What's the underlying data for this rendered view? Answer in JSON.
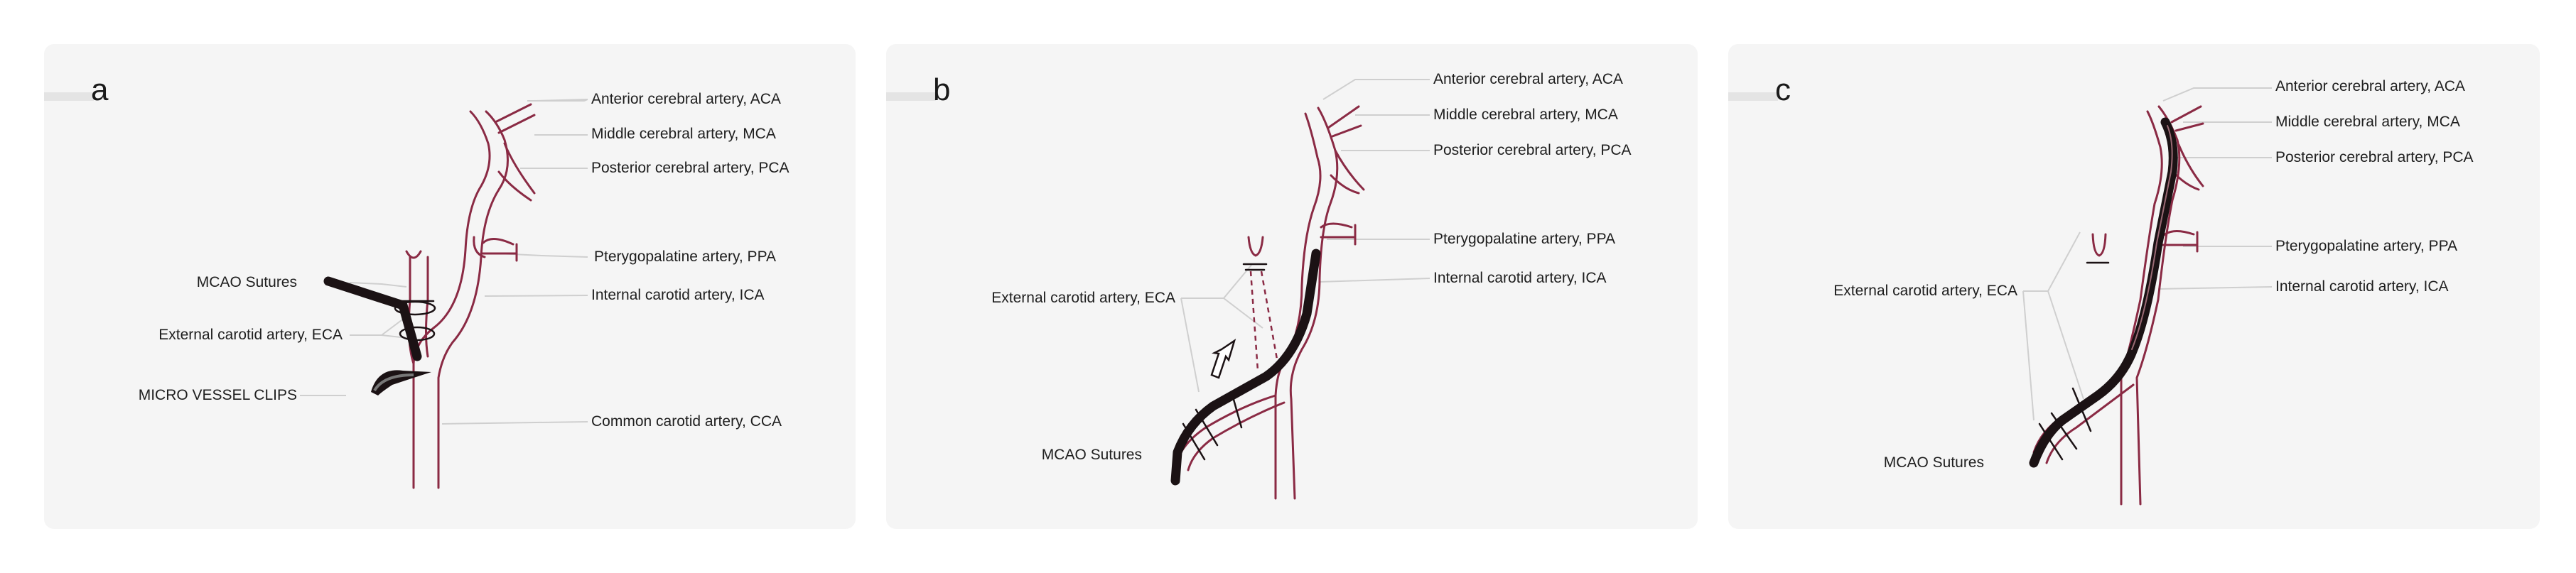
{
  "panels": [
    {
      "letter": "a",
      "labels": {
        "aca": "Anterior cerebral artery, ACA",
        "mca": "Middle cerebral artery, MCA",
        "pca": "Posterior cerebral artery, PCA",
        "ppa": "Pterygopalatine artery, PPA",
        "ica": "Internal carotid artery, ICA",
        "cca": "Common carotid artery, CCA",
        "sutures": "MCAO Sutures",
        "eca": "External carotid artery, ECA",
        "clips": "MICRO VESSEL CLIPS"
      }
    },
    {
      "letter": "b",
      "labels": {
        "aca": "Anterior cerebral artery, ACA",
        "mca": "Middle cerebral artery, MCA",
        "pca": "Posterior cerebral artery, PCA",
        "ppa": "Pterygopalatine artery, PPA",
        "ica": "Internal carotid artery, ICA",
        "eca": "External carotid artery, ECA",
        "sutures": "MCAO Sutures"
      }
    },
    {
      "letter": "c",
      "labels": {
        "aca": "Anterior cerebral artery, ACA",
        "mca": "Middle cerebral artery, MCA",
        "pca": "Posterior cerebral artery, PCA",
        "ppa": "Pterygopalatine artery, PPA",
        "ica": "Internal carotid artery, ICA",
        "eca": "External carotid artery, ECA",
        "sutures": "MCAO Sutures"
      }
    }
  ],
  "colors": {
    "vessel": "#8a2a44",
    "suture": "#1b1214",
    "panel_background": "#f5f5f5",
    "leader_line": "#cfcfcf"
  }
}
